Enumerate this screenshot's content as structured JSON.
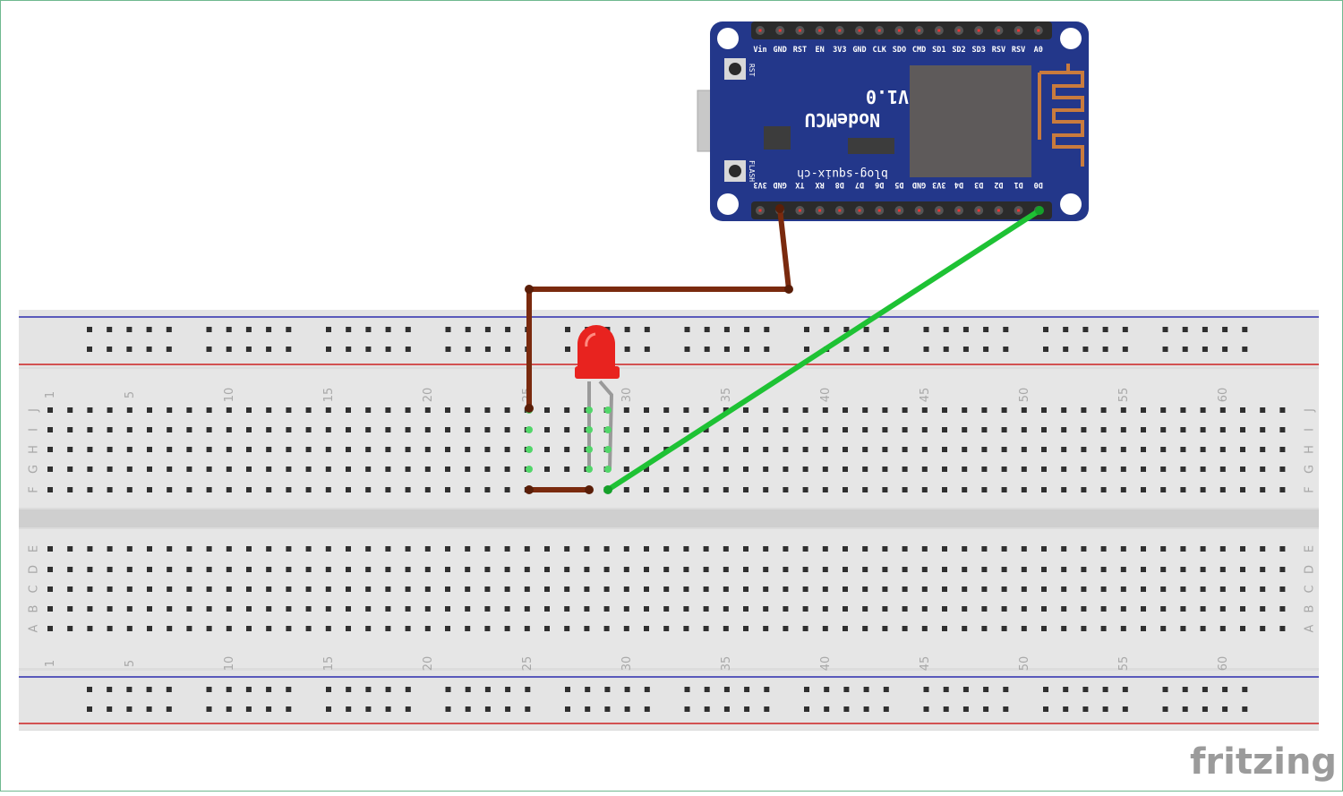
{
  "logo": {
    "text": "fritzing"
  },
  "nodemcu": {
    "name": "NodeMCU",
    "version": "V1.0",
    "credit": "blog-squix-ch",
    "button_rst": "RST",
    "button_flash": "FLASH",
    "top_pins": [
      "Vin",
      "GND",
      "RST",
      "EN",
      "3V3",
      "GND",
      "CLK",
      "SDO",
      "CMD",
      "SD1",
      "SD2",
      "SD3",
      "RSV",
      "RSV",
      "A0"
    ],
    "bottom_pins": [
      "3V3",
      "GND",
      "TX",
      "RX",
      "D8",
      "D7",
      "D6",
      "D5",
      "GND",
      "3V3",
      "D4",
      "D3",
      "D2",
      "D1",
      "D0"
    ]
  },
  "breadboard": {
    "column_numbers": [
      "1",
      "5",
      "10",
      "15",
      "20",
      "25",
      "30",
      "35",
      "40",
      "45",
      "50",
      "55",
      "60"
    ],
    "top_rows": [
      "J",
      "I",
      "H",
      "G",
      "F"
    ],
    "bottom_rows": [
      "E",
      "D",
      "C",
      "B",
      "A"
    ]
  },
  "led": {
    "color": "#e8231f"
  },
  "wires": {
    "ground_color": "#7a2a0e",
    "signal_color": "#1ec234"
  }
}
